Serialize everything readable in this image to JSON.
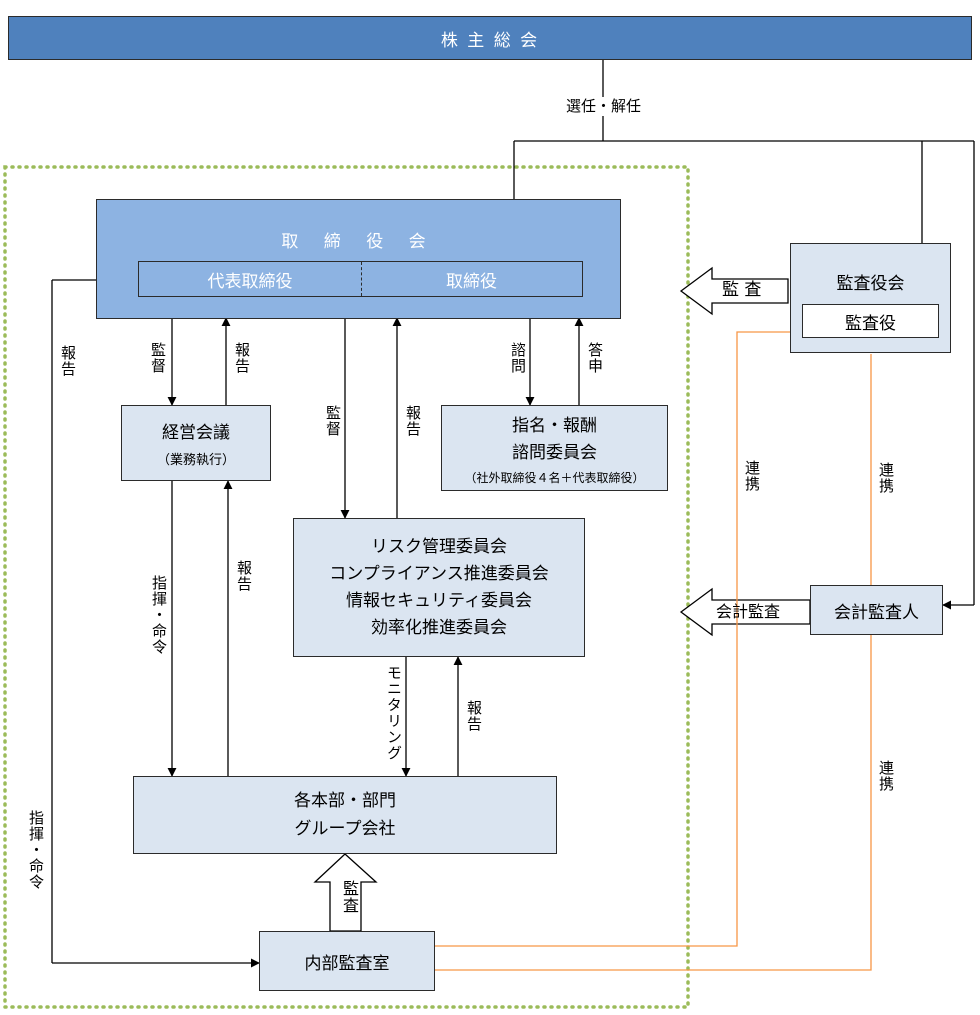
{
  "nodes": {
    "shareholders": "株 主 総 会",
    "board": "取 締 役 会",
    "rep_director": "代表取締役",
    "director": "取締役",
    "mgmt_meeting": "経営会議",
    "mgmt_meeting_sub": "（業務執行）",
    "nomination_line1": "指名・報酬",
    "nomination_line2": "諮問委員会",
    "nomination_sub": "（社外取締役４名＋代表取締役）",
    "committees": [
      "リスク管理委員会",
      "コンプライアンス推進委員会",
      "情報セキュリティ委員会",
      "効率化推進委員会"
    ],
    "departments_line1": "各本部・部門",
    "departments_line2": "グループ会社",
    "internal_audit": "内部監査室",
    "audit_board": "監査役会",
    "auditor": "監査役",
    "accounting_auditor": "会計監査人"
  },
  "edges": {
    "elect_dismiss": "選任・解任",
    "audit": "監 査",
    "accounting_audit": "会計監査",
    "report": "報告",
    "supervise": "監督",
    "consult": "諮問",
    "answer": "答申",
    "command": "指揮・命令",
    "monitoring": "モニタリング",
    "audit_internal": "監査",
    "cooperation": "連携"
  },
  "colors": {
    "dark_blue": "#4f81bd",
    "mid_blue": "#8db3e2",
    "light_blue": "#dbe5f1",
    "green_dotted": "#9bbb59",
    "orange_line": "#f79646"
  }
}
